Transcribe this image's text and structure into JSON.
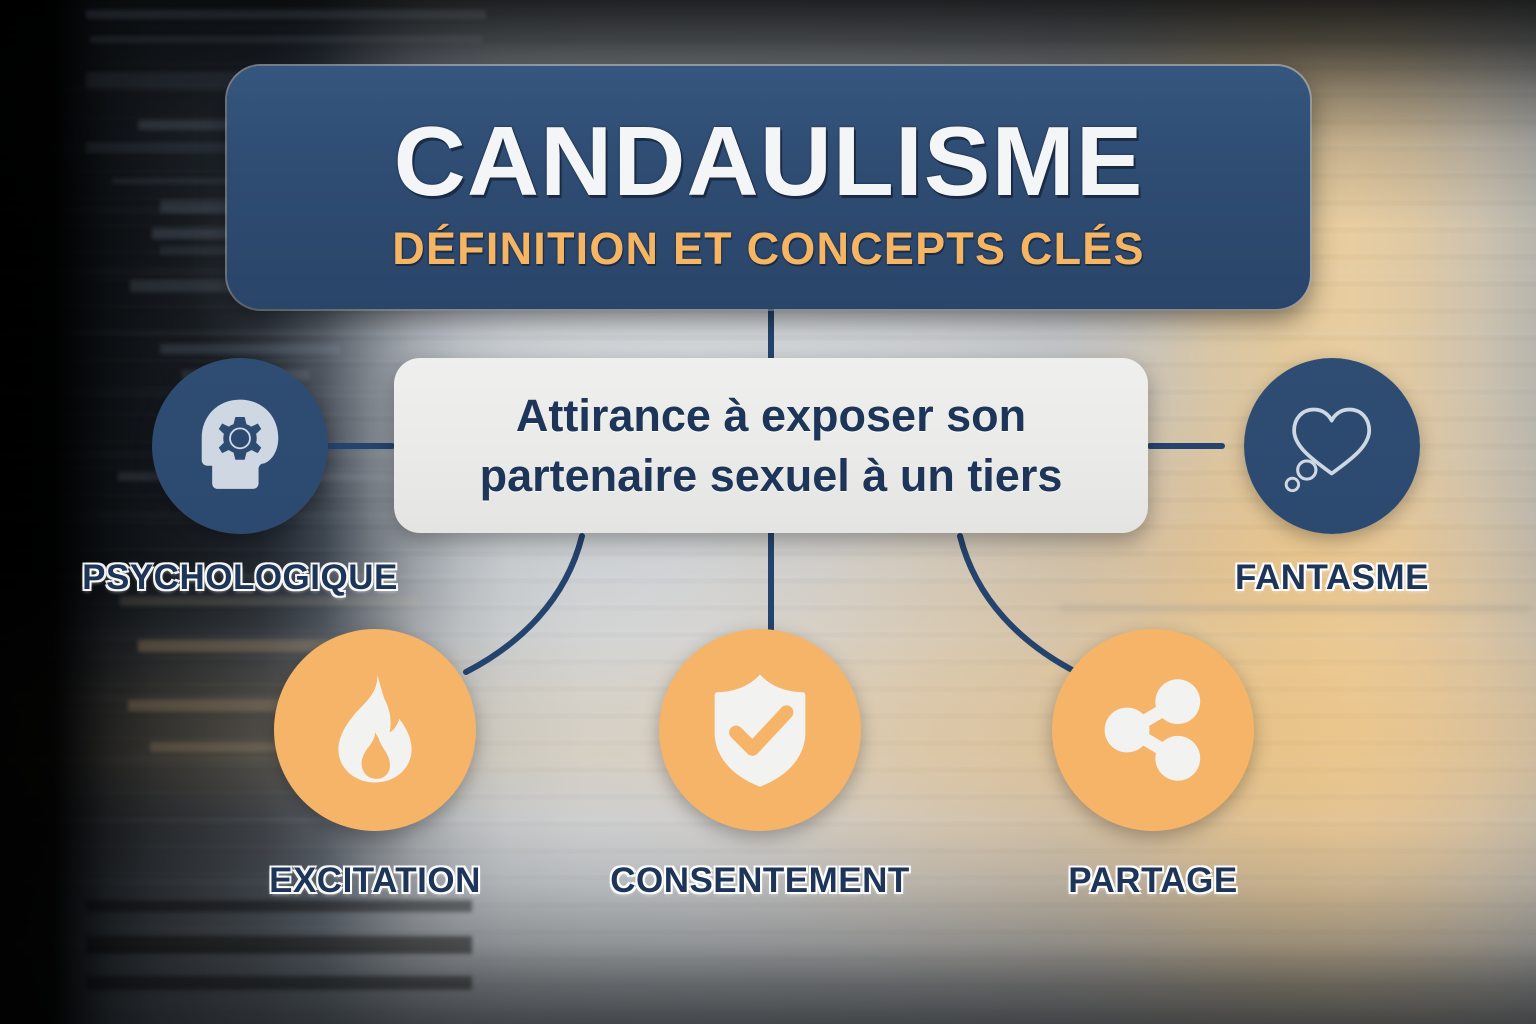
{
  "banner": {
    "title": "CANDAULISME",
    "subtitle": "DÉFINITION ET CONCEPTS CLÉS",
    "bg_color": "#2e4b71",
    "title_color": "#f3f5f7",
    "subtitle_color": "#f6b562"
  },
  "definition": {
    "text": "Attirance à exposer son partenaire sexuel à un tiers",
    "bg_color": "#eaeae8",
    "text_color": "#1d3558"
  },
  "nodes": [
    {
      "id": "psychologique",
      "label": "PSYCHOLOGIQUE",
      "icon": "head-gear-icon",
      "circle_color": "#2c4a70",
      "icon_color": "#ced7e2",
      "position": "left"
    },
    {
      "id": "fantasme",
      "label": "FANTASME",
      "icon": "heart-thought-bubble-icon",
      "circle_color": "#2c4a70",
      "icon_color": "#ced7e2",
      "position": "right"
    },
    {
      "id": "excitation",
      "label": "EXCITATION",
      "icon": "flame-icon",
      "circle_color": "#f6b468",
      "icon_color": "#f2f2f0",
      "position": "bottom-left"
    },
    {
      "id": "consentement",
      "label": "CONSENTEMENT",
      "icon": "shield-check-icon",
      "circle_color": "#f6b468",
      "icon_color": "#f2f2f0",
      "position": "bottom-center"
    },
    {
      "id": "partage",
      "label": "PARTAGE",
      "icon": "share-nodes-icon",
      "circle_color": "#f6b468",
      "icon_color": "#f2f2f0",
      "position": "bottom-right"
    }
  ],
  "connectors": {
    "color": "#24446e",
    "links": [
      "banner-to-definition",
      "definition-to-psychologique",
      "definition-to-fantasme",
      "definition-to-excitation",
      "definition-to-consentement",
      "definition-to-partage"
    ]
  }
}
